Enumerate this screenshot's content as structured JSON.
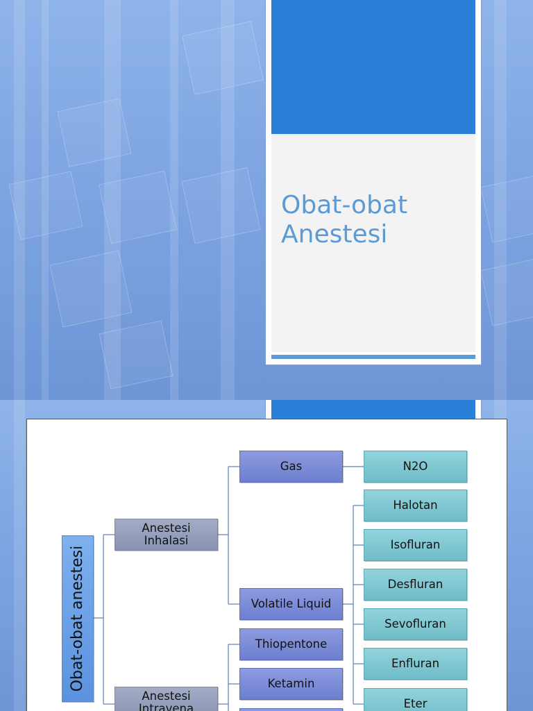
{
  "slide1": {
    "title_lines": [
      "Obat-obat",
      "Anestesi"
    ]
  },
  "diagram": {
    "root": "Obat-obat anestesi",
    "level1": [
      "Anestesi Inhalasi",
      "Anestesi Intravena"
    ],
    "level2": [
      "Gas",
      "Volatile Liquid",
      "Thiopentone",
      "Ketamin"
    ],
    "level3": [
      "N2O",
      "Halotan",
      "Isofluran",
      "Desfluran",
      "Sevofluran",
      "Enfluran",
      "Eter"
    ]
  },
  "colors": {
    "background_blue": "#7ea5e2",
    "title_block": "#2a7fd8",
    "title_text": "#5b9bd5",
    "root_node": "#6a9fe6",
    "level1_node": "#97a0bd",
    "level2_node": "#7b8cd6",
    "level3_node": "#80c7d2"
  }
}
